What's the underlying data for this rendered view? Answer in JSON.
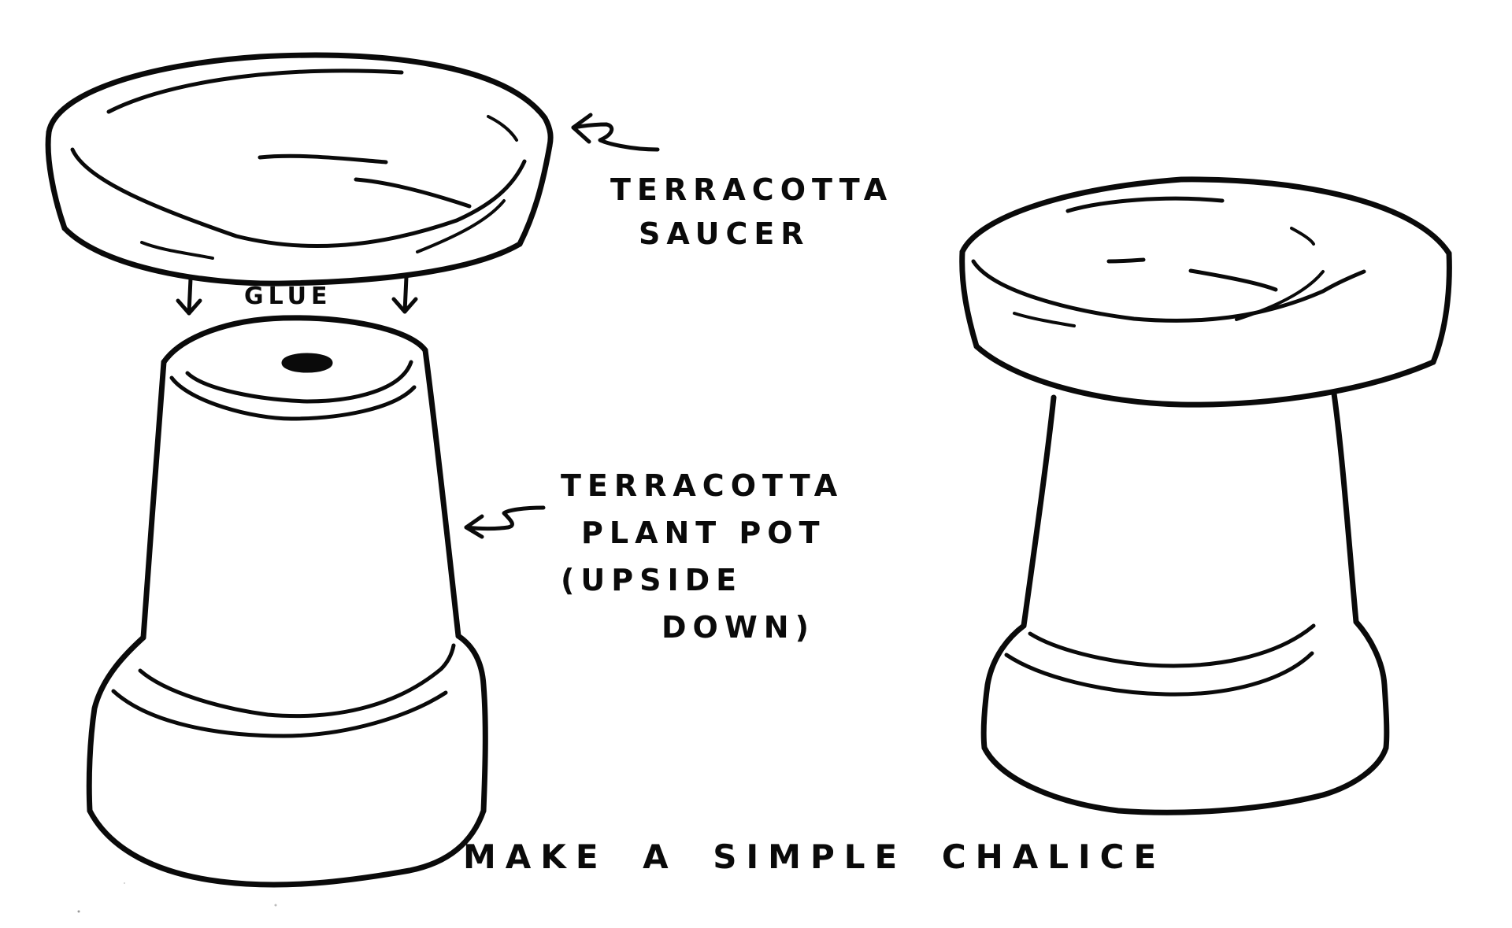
{
  "diagram": {
    "title": "MAKE A SIMPLE CHALICE",
    "background_color": "#ffffff",
    "ink_color": "#0a0a0a",
    "components": {
      "saucer": {
        "label_line1": "TERRACOTTA",
        "label_line2": "SAUCER",
        "pointer": "curly-left-arrow"
      },
      "glue": {
        "label": "GLUE",
        "arrows": [
          "down-arrow",
          "down-arrow"
        ]
      },
      "plant_pot": {
        "label_line1": "TERRACOTTA",
        "label_line2": "PLANT POT",
        "label_line3": "(UPSIDE",
        "label_line4": "DOWN)",
        "pointer": "curly-left-arrow",
        "feature": "drain-hole"
      },
      "assembled_chalice": {
        "parts": [
          "saucer",
          "upside-down plant pot"
        ]
      }
    }
  }
}
